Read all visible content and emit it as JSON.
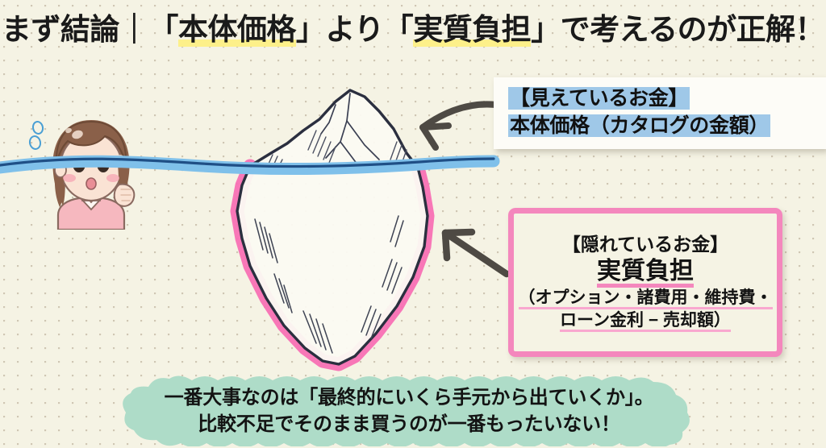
{
  "title": {
    "prefix": "まず結論｜「",
    "highlight1": "本体価格",
    "middle": "」より「",
    "highlight2": "実質負担",
    "suffix": "」で考えるのが正解！"
  },
  "visible_money_card": {
    "heading": "【見えているお金】",
    "body": "本体価格（カタログの金額）"
  },
  "hidden_money_box": {
    "heading": "【隠れているお金】",
    "title": "実質負担",
    "detail_line1": "（オプション・諸費用・維持費・",
    "detail_line2": "ローン金利 − 売却額）"
  },
  "footer_banner": {
    "line1": "一番大事なのは「最終的にいくら手元から出ていくか」。",
    "line2": "比較不足でそのまま買うのが一番もったいない！"
  },
  "illustration": {
    "character_alt": "驚いた表情の女性キャラクター",
    "iceberg_alt": "氷山のイラスト",
    "waterline_alt": "水面のライン",
    "arrow_top_alt": "氷山の上部を指す矢印",
    "arrow_bottom_alt": "氷山の下部を指す矢印"
  },
  "colors": {
    "background": "#f5f3e4",
    "highlight_yellow": "#fdf08a",
    "highlight_blue": "#9fc8e8",
    "accent_pink": "#f487bd",
    "accent_green": "#aedcc8",
    "ink_dark": "#2b2f3f",
    "water_blue": "#7fc0ea",
    "arrow_gray": "#4e4a44"
  }
}
